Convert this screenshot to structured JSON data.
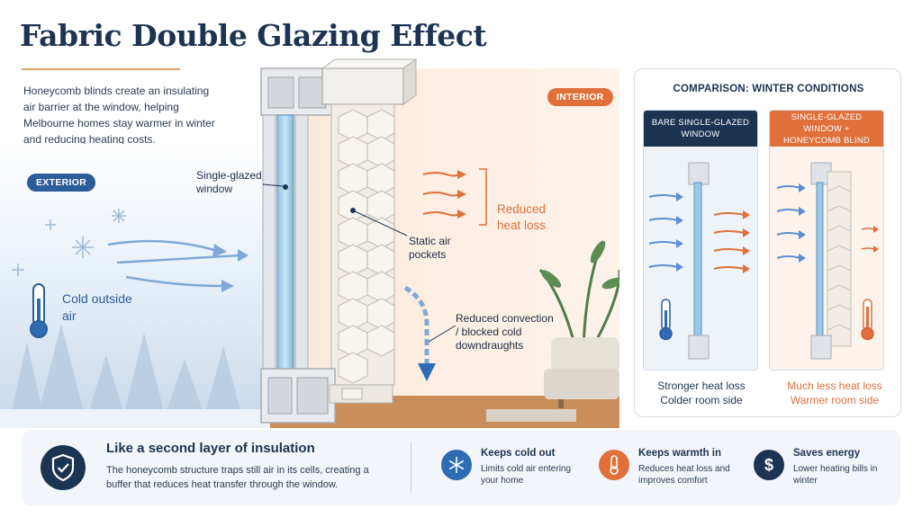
{
  "title": "Fabric Double Glazing Effect",
  "intro": "Honeycomb blinds create an insulating air barrier at the window, helping Melbourne homes stay warmer in winter and reducing heating costs.",
  "scene": {
    "exterior_label": "EXTERIOR",
    "interior_label": "INTERIOR",
    "glazed_label": "Single-glazed window",
    "pockets_label": "Static air pockets",
    "convection_label": "Reduced convection / blocked cold downdraughts",
    "heatloss_label": "Reduced heat loss",
    "cold_label": "Cold outside air",
    "colors": {
      "cold": "#2d5c9a",
      "warm": "#e0703a",
      "navy": "#1d3352"
    }
  },
  "comparison": {
    "title": "COMPARISON: WINTER CONDITIONS",
    "bare": {
      "header": "BARE SINGLE-GLAZED WINDOW",
      "line1": "Stronger heat loss",
      "line2": "Colder room side"
    },
    "blind": {
      "header": "SINGLE-GLAZED WINDOW + HONEYCOMB BLIND",
      "line1": "Much less heat loss",
      "line2": "Warmer room side"
    }
  },
  "bottom": {
    "title": "Like a second layer of insulation",
    "text": "The honeycomb structure traps still air in its cells, creating a buffer that reduces heat transfer through the window.",
    "features": [
      {
        "title": "Keeps cold out",
        "text": "Limits cold air entering your home",
        "icon": "snowflake-icon"
      },
      {
        "title": "Keeps warmth in",
        "text": "Reduces heat loss and improves comfort",
        "icon": "thermometer-icon"
      },
      {
        "title": "Saves energy",
        "text": "Lower heating bills in winter",
        "icon": "dollar-icon",
        "symbol": "$"
      }
    ]
  }
}
